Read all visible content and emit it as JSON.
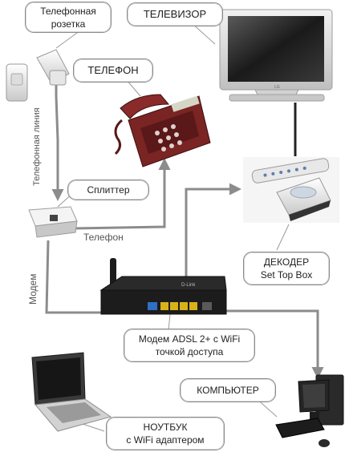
{
  "labels": {
    "phone_socket": "Телефонная розетка",
    "tv": "ТЕЛЕВИЗОР",
    "phone": "ТЕЛЕФОН",
    "splitter": "Сплиттер",
    "phone_line": "Телефонная линия",
    "phone_cable": "Телефон",
    "modem_cable": "Модем",
    "decoder_line1": "ДЕКОДЕР",
    "decoder_line2": "Set Top Box",
    "modem_line1": "Модем ADSL 2+ с WiFi",
    "modem_line2": "точкой доступа",
    "computer": "КОМПЬЮТЕР",
    "laptop_line1": "НОУТБУК",
    "laptop_line2": "с WiFi адаптером"
  },
  "devices": {
    "tv_logo": "LG",
    "router_logo": "D-Link"
  },
  "colors": {
    "wire": "#8c8c8c",
    "arrow": "#8c8c8c",
    "callout_border": "#8a8a8a",
    "phone_body": "#6e1f1f",
    "router_body": "#1c1c1c",
    "router_port_blue": "#2f6fc4",
    "router_port_yellow": "#d9b21a"
  }
}
